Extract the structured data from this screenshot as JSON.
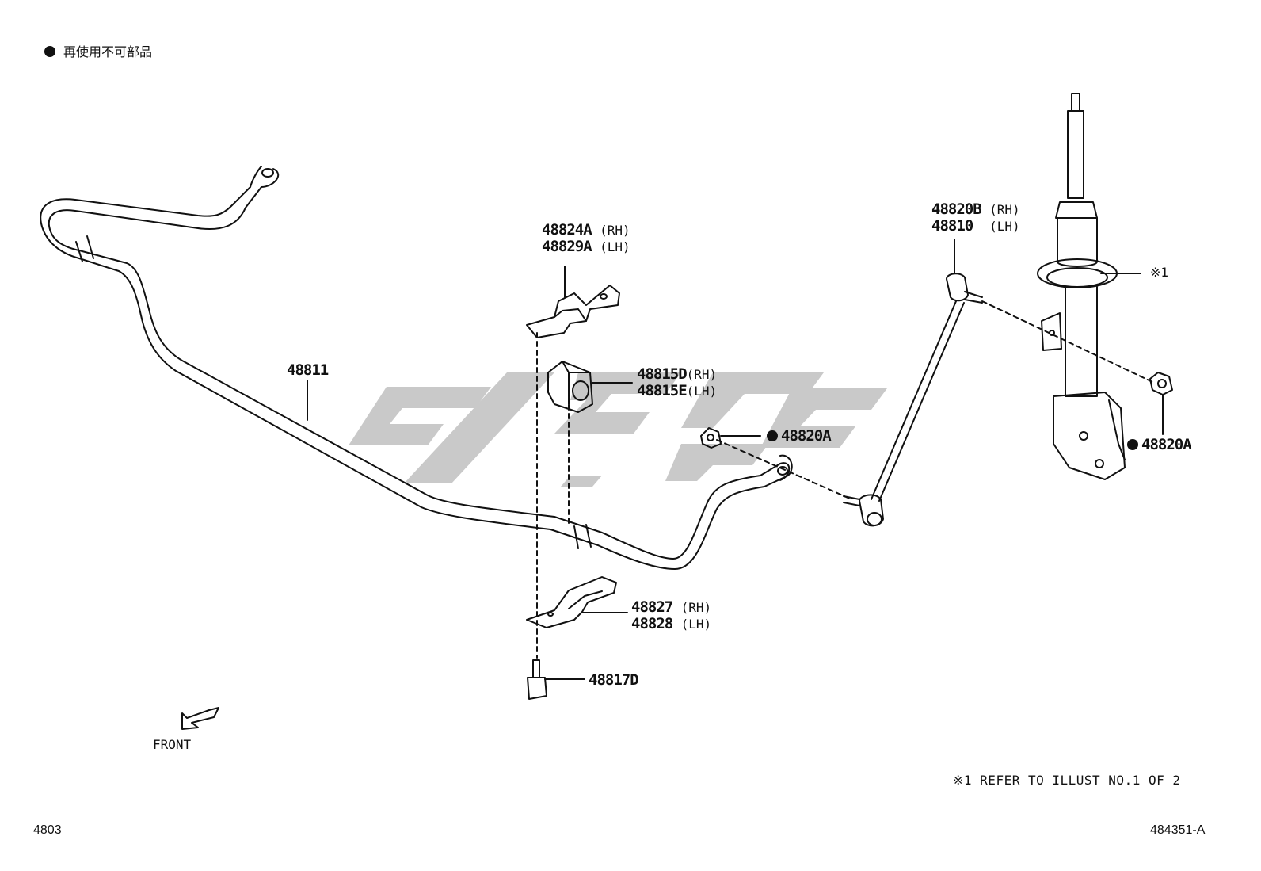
{
  "legend": {
    "text": "再使用不可部品"
  },
  "parts": {
    "p48811": "48811",
    "p48824A": "48824A",
    "p48829A": "48829A",
    "p48815D": "48815D",
    "p48815E": "48815E",
    "p48820A_center": "48820A",
    "p48820A_right": "48820A",
    "p48820B": "48820B",
    "p48810": "48810",
    "p48827": "48827",
    "p48828": "48828",
    "p48817D": "48817D"
  },
  "sides": {
    "rh": "(RH)",
    "lh": "(LH)"
  },
  "ref_marker": "※1",
  "front_label": "FRONT",
  "footnote": "※1  REFER TO ILLUST NO.1 OF 2",
  "page_code_left": "4803",
  "page_code_right": "484351-A"
}
